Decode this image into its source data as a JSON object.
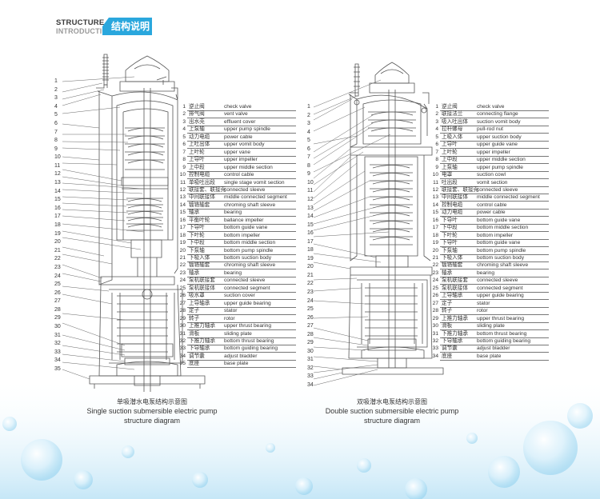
{
  "header": {
    "en_line1": "STRUCTURE",
    "en_line2": "INTRODUCTION",
    "cn": "结构说明"
  },
  "left": {
    "callouts": [
      "1",
      "2",
      "3",
      "4",
      "5",
      "6",
      "7",
      "8",
      "9",
      "10",
      "11",
      "12",
      "13",
      "14",
      "15",
      "16",
      "17",
      "18",
      "19",
      "20",
      "21",
      "22",
      "23",
      "24",
      "25",
      "26",
      "27",
      "28",
      "29",
      "30",
      "31",
      "32",
      "33",
      "34",
      "35"
    ],
    "parts": [
      {
        "n": "1",
        "cn": "逆止阀",
        "en": "check valve"
      },
      {
        "n": "2",
        "cn": "排气阀",
        "en": "vent valve"
      },
      {
        "n": "3",
        "cn": "出水壳",
        "en": "effluent cover"
      },
      {
        "n": "4",
        "cn": "上泵轴",
        "en": "upper pump spindle"
      },
      {
        "n": "5",
        "cn": "动力电缆",
        "en": "power cable"
      },
      {
        "n": "6",
        "cn": "上吐出体",
        "en": "upper vomit body"
      },
      {
        "n": "7",
        "cn": "上叶轮",
        "en": "upper vane"
      },
      {
        "n": "8",
        "cn": "上导叶",
        "en": "upper impeller"
      },
      {
        "n": "9",
        "cn": "上中段",
        "en": "upper middle section"
      },
      {
        "n": "10",
        "cn": "控制电缆",
        "en": "control cable"
      },
      {
        "n": "11",
        "cn": "单吸吐出段",
        "en": "single stage vomit section"
      },
      {
        "n": "12",
        "cn": "联接套、联接壳",
        "en": "connected sleeve"
      },
      {
        "n": "13",
        "cn": "中间联接体",
        "en": "middle connected segment"
      },
      {
        "n": "14",
        "cn": "镀铬轴套",
        "en": "chroming shaft sleeve"
      },
      {
        "n": "15",
        "cn": "轴承",
        "en": "bearing"
      },
      {
        "n": "16",
        "cn": "平衡叶轮",
        "en": "ballance impeller"
      },
      {
        "n": "17",
        "cn": "下导叶",
        "en": "bottom guide vane"
      },
      {
        "n": "18",
        "cn": "下叶轮",
        "en": "bottom impeller"
      },
      {
        "n": "19",
        "cn": "下中段",
        "en": "bottom middle section"
      },
      {
        "n": "20",
        "cn": "下泵轴",
        "en": "bottom pump spindle"
      },
      {
        "n": "21",
        "cn": "下吸入体",
        "en": "bottom suction body"
      },
      {
        "n": "22",
        "cn": "镀铬轴套",
        "en": "chroming shaft sleeve"
      },
      {
        "n": "23",
        "cn": "轴承",
        "en": "bearing"
      },
      {
        "n": "24",
        "cn": "泵机联接套",
        "en": "connected sleeve"
      },
      {
        "n": "25",
        "cn": "泵机联接体",
        "en": "connected segment"
      },
      {
        "n": "26",
        "cn": "吸水罩",
        "en": "suction cover"
      },
      {
        "n": "27",
        "cn": "上导轴承",
        "en": "upper guide bearing"
      },
      {
        "n": "28",
        "cn": "定子",
        "en": "stator"
      },
      {
        "n": "29",
        "cn": "转子",
        "en": "rotor"
      },
      {
        "n": "30",
        "cn": "上推力轴承",
        "en": "upper thrust bearing"
      },
      {
        "n": "31",
        "cn": "滑板",
        "en": "sliding plate"
      },
      {
        "n": "32",
        "cn": "下推力轴承",
        "en": "bottom thrust bearing"
      },
      {
        "n": "33",
        "cn": "下导轴承",
        "en": "bottom guiding bearing"
      },
      {
        "n": "34",
        "cn": "调节囊",
        "en": "adjust bladder"
      },
      {
        "n": "35",
        "cn": "底座",
        "en": "base plate"
      }
    ],
    "caption_cn": "单吸潜水电泵结构示意图",
    "caption_en1": "Single suction submersible electric pump",
    "caption_en2": "structure diagram"
  },
  "right": {
    "callouts": [
      "1",
      "2",
      "3",
      "4",
      "5",
      "6",
      "7",
      "8",
      "9",
      "10",
      "11",
      "12",
      "13",
      "14",
      "15",
      "16",
      "17",
      "18",
      "19",
      "20",
      "21",
      "22",
      "23",
      "24",
      "25",
      "26",
      "27",
      "28",
      "29",
      "30",
      "31",
      "32",
      "33",
      "34"
    ],
    "parts": [
      {
        "n": "1",
        "cn": "逆止阀",
        "en": "check valve"
      },
      {
        "n": "2",
        "cn": "联接法兰",
        "en": "connecting flange"
      },
      {
        "n": "3",
        "cn": "吸入吐出体",
        "en": "suction vomit body"
      },
      {
        "n": "4",
        "cn": "拉杆螺母",
        "en": "pull-rod nut"
      },
      {
        "n": "5",
        "cn": "上吸入体",
        "en": "upper suction body"
      },
      {
        "n": "6",
        "cn": "上导叶",
        "en": "upper guide vane"
      },
      {
        "n": "7",
        "cn": "上叶轮",
        "en": "upper impeller"
      },
      {
        "n": "8",
        "cn": "上中段",
        "en": "upper middle section"
      },
      {
        "n": "9",
        "cn": "上泵轴",
        "en": "upper pump spindle"
      },
      {
        "n": "10",
        "cn": "电罩",
        "en": "suction cowl"
      },
      {
        "n": "11",
        "cn": "吐出段",
        "en": "vomit section"
      },
      {
        "n": "12",
        "cn": "联接套、联接壳",
        "en": "connected sleeve"
      },
      {
        "n": "13",
        "cn": "中间联接体",
        "en": "middle connected segment"
      },
      {
        "n": "14",
        "cn": "控制电缆",
        "en": "control cable"
      },
      {
        "n": "15",
        "cn": "动力电缆",
        "en": "power cable"
      },
      {
        "n": "16",
        "cn": "下导叶",
        "en": "bottom guide vane"
      },
      {
        "n": "17",
        "cn": "下中段",
        "en": "bottom middle section"
      },
      {
        "n": "18",
        "cn": "下叶轮",
        "en": "bottom impeller"
      },
      {
        "n": "19",
        "cn": "下导叶",
        "en": "bottom guide vane"
      },
      {
        "n": "20",
        "cn": "下泵轴",
        "en": "bottom pump spindle"
      },
      {
        "n": "21",
        "cn": "下吸入体",
        "en": "bottom suction body"
      },
      {
        "n": "22",
        "cn": "镀铬轴套",
        "en": "chroming shaft sleeve"
      },
      {
        "n": "23",
        "cn": "轴承",
        "en": "bearing"
      },
      {
        "n": "24",
        "cn": "泵机联接套",
        "en": "connected sleeve"
      },
      {
        "n": "25",
        "cn": "泵机联接体",
        "en": "connected segment"
      },
      {
        "n": "26",
        "cn": "上导轴承",
        "en": "upper guide bearing"
      },
      {
        "n": "27",
        "cn": "定子",
        "en": "stator"
      },
      {
        "n": "28",
        "cn": "转子",
        "en": "rotor"
      },
      {
        "n": "29",
        "cn": "上推力轴承",
        "en": "upper thrust bearing"
      },
      {
        "n": "30",
        "cn": "滑板",
        "en": "sliding plate"
      },
      {
        "n": "31",
        "cn": "下推力轴承",
        "en": "bottom thrust bearing"
      },
      {
        "n": "32",
        "cn": "下导轴承",
        "en": "bottom guiding bearing"
      },
      {
        "n": "33",
        "cn": "调节囊",
        "en": "adjust bladder"
      },
      {
        "n": "34",
        "cn": "底座",
        "en": "base plate"
      }
    ],
    "caption_cn": "双吸潜水电泵结构示意图",
    "caption_en1": "Double suction submersible electric pump",
    "caption_en2": "structure diagram"
  },
  "colors": {
    "accent": "#2aa7dd",
    "line": "#555555",
    "water": "#bfe4f6"
  }
}
